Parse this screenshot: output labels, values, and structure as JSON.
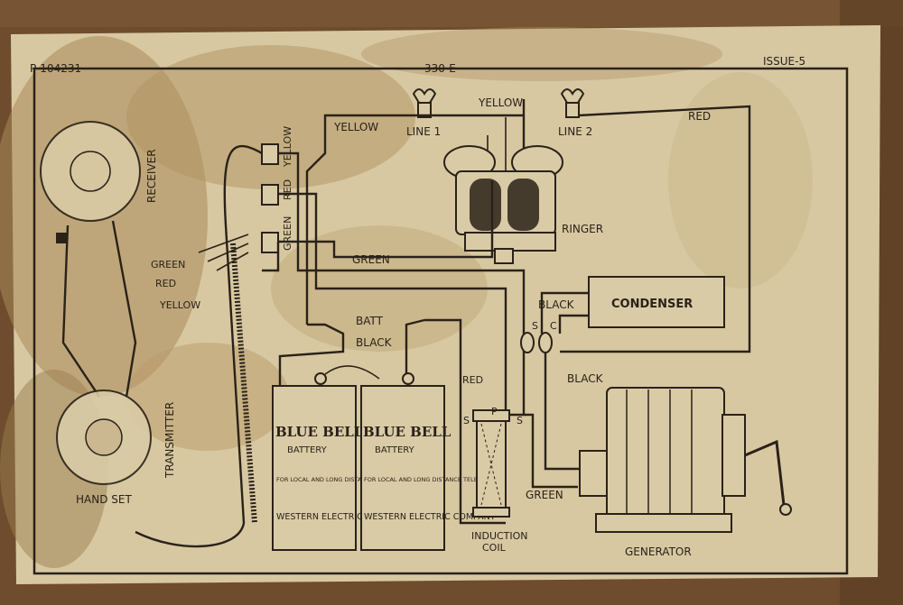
{
  "header": {
    "part_number": "P-104231",
    "model": "330-E",
    "issue": "ISSUE-5"
  },
  "lines": {
    "line1": "LINE 1",
    "line2": "LINE 2"
  },
  "wire_labels": {
    "yellow_top": "YELLOW",
    "yellow_mid": "YELLOW",
    "yellow_side": "YELLOW",
    "red_side": "RED",
    "green_side": "GREEN",
    "red_line2": "RED",
    "green_mid": "GREEN",
    "batt": "BATT",
    "black_batt": "BLACK",
    "black_condenser": "BLACK",
    "black_generator": "BLACK",
    "red_coil": "RED",
    "green_generator": "GREEN",
    "handset_green": "GREEN",
    "handset_red": "RED",
    "handset_yellow": "YELLOW"
  },
  "components": {
    "ringer": "RINGER",
    "condenser": "CONDENSER",
    "induction_coil": "INDUCTION COIL",
    "generator": "GENERATOR",
    "receiver": "RECEIVER",
    "transmitter": "TRANSMITTER",
    "hand_set": "HAND SET"
  },
  "battery": {
    "brand": "BLUE BELL",
    "type": "BATTERY",
    "use": "FOR LOCAL AND LONG DISTANCE TELEPHONES",
    "maker": "WESTERN ELECTRIC COMPANY"
  },
  "terminals": {
    "s": "S",
    "c": "C",
    "p": "P"
  },
  "colors": {
    "wood": "#6b4a2c",
    "paper": "#d9cba6",
    "ink": "#2a2218",
    "stain": "#8a6b3e"
  }
}
